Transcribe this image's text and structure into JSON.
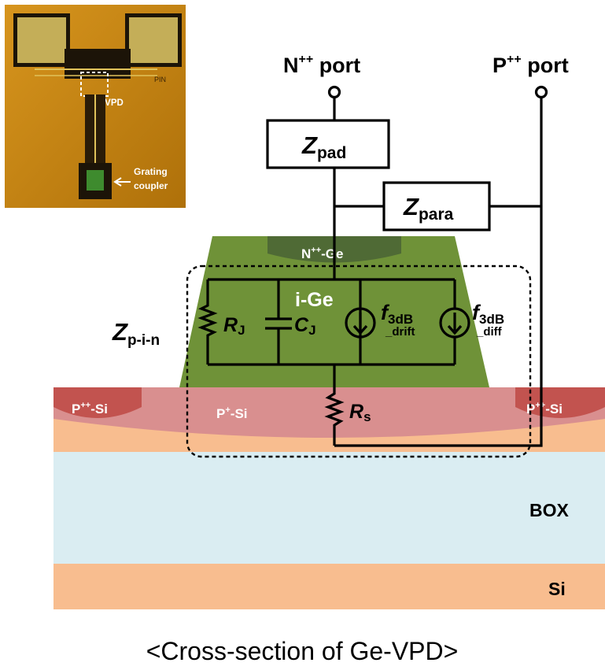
{
  "photo": {
    "ge_vpd_label": "Ge-VPD",
    "grating_label_line1": "Grating",
    "grating_label_line2": "coupler",
    "chip_marking": "PIN"
  },
  "ports": {
    "n_port_base": "N",
    "n_port_sup": "++",
    "n_port_suffix": " port",
    "p_port_base": "P",
    "p_port_sup": "++",
    "p_port_suffix": " port"
  },
  "impedances": {
    "zpad_main": "Z",
    "zpad_sub": "pad",
    "zpara_main": "Z",
    "zpara_sub": "para",
    "zpin_main": "Z",
    "zpin_sub": "p-i-n"
  },
  "components": {
    "rj_main": "R",
    "rj_sub": "J",
    "cj_main": "C",
    "cj_sub": "J",
    "f3db_drift_main": "f",
    "f3db_drift_sub": "3dB",
    "f3db_drift_sub2": "_drift",
    "f3db_diff_main": "f",
    "f3db_diff_sub": "3dB",
    "f3db_diff_sub2": "_diff",
    "rs_main": "R",
    "rs_sub": "s"
  },
  "layers": {
    "n_ge_base": "N",
    "n_ge_sup": "++",
    "n_ge_suffix": "-Ge",
    "i_ge": "i-Ge",
    "p_si_left_base": "P",
    "p_si_left_sup": "++",
    "p_si_left_suffix": "-Si",
    "p_si_right_base": "P",
    "p_si_right_sup": "++",
    "p_si_right_suffix": "-Si",
    "p_plus_si_base": "P",
    "p_plus_si_sup": "+",
    "p_plus_si_suffix": "-Si",
    "box": "BOX",
    "si": "Si"
  },
  "caption": "<Cross-section of Ge-VPD>",
  "colors": {
    "ge_green": "#6f9238",
    "n_ge_cap": "#4f6a35",
    "p_plus_si": "#d98f8f",
    "p_pp_si": "#c2534f",
    "si_orange": "#f8bd8f",
    "box_blue": "#daedf2",
    "photo_bg": "#c8860e"
  }
}
